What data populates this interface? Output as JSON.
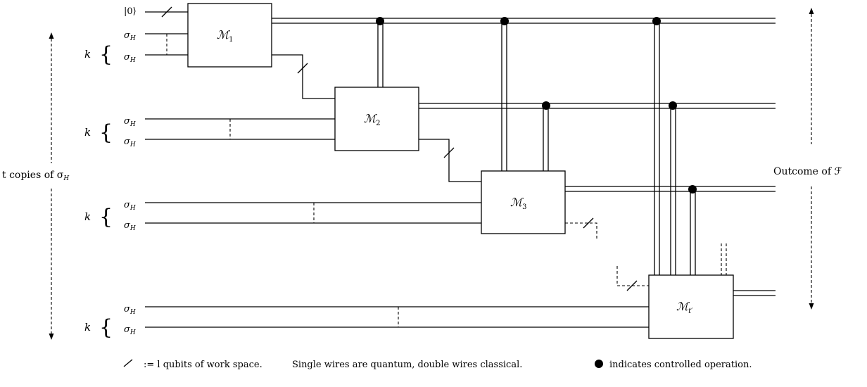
{
  "labels": {
    "k": "k",
    "brace": "{",
    "sigma": "σ",
    "sigma_sub": "H",
    "ket0": "|0⟩",
    "t_copies": "t copies of σ",
    "t_copies_sub": "H",
    "outcome": "Outcome of ℱ"
  },
  "gates": [
    {
      "symbol": "ℳ",
      "sub": "1"
    },
    {
      "symbol": "ℳ",
      "sub": "2"
    },
    {
      "symbol": "ℳ",
      "sub": "3"
    },
    {
      "symbol": "ℳ",
      "sub": "t′"
    }
  ],
  "legend": {
    "workspace": ":= l qubits of work space.",
    "wires": "Single wires are quantum, double wires classical.",
    "control": "indicates controlled operation."
  }
}
